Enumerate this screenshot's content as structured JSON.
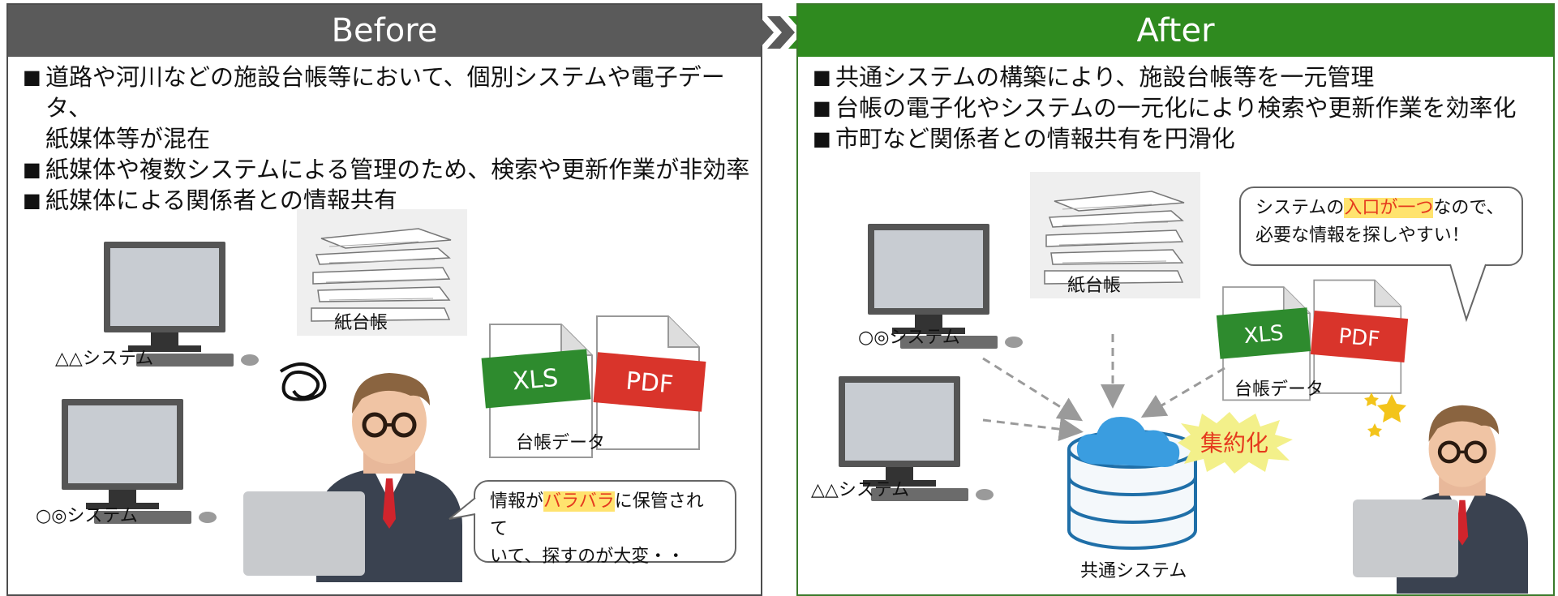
{
  "before": {
    "title": "Before",
    "bullets": [
      "道路や河川などの施設台帳等において、個別システムや電子データ、",
      "紙媒体等が混在",
      "紙媒体や複数システムによる管理のため、検索や更新作業が非効率",
      "紙媒体による関係者との情報共有"
    ],
    "labels": {
      "system_a": "△△システム",
      "paper": "紙台帳",
      "system_b": "○◎システム",
      "ledger": "台帳データ",
      "xls": "XLS",
      "pdf": "PDF"
    },
    "bubble": {
      "prefix": "情報が",
      "highlight": "バラバラ",
      "suffix": "に保管されて",
      "line2": "いて、探すのが大変・・"
    }
  },
  "after": {
    "title": "After",
    "bullets": [
      "共通システムの構築により、施設台帳等を一元管理",
      "台帳の電子化やシステムの一元化により検索や更新作業を効率化",
      "市町など関係者との情報共有を円滑化"
    ],
    "labels": {
      "system_b": "○◎システム",
      "paper": "紙台帳",
      "system_a": "△△システム",
      "ledger": "台帳データ",
      "xls": "XLS",
      "pdf": "PDF",
      "shared": "共通システム",
      "burst": "集約化"
    },
    "bubble": {
      "prefix": "システムの",
      "highlight": "入口が一つ",
      "suffix": "なので、",
      "line2": "必要な情報を探しやすい！"
    }
  },
  "colors": {
    "before_header": "#5a5a5a",
    "after_header": "#2f8a1f",
    "xls_green": "#2e8b2e",
    "pdf_red": "#d9342b",
    "highlight_bg": "#ffe36e",
    "highlight_text": "#e53a1e",
    "burst_yellow": "#f3f08a",
    "cloud_blue": "#3a9de0"
  }
}
